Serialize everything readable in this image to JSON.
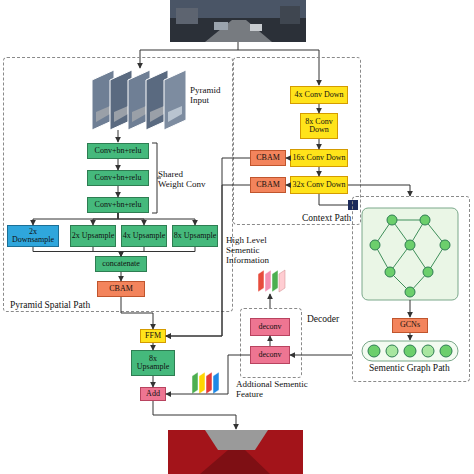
{
  "diagram": {
    "nodes": [
      {
        "text": [
          "Pyramid Spatial Path"
        ]
      },
      {
        "text": [
          "Conv+bn+relu"
        ],
        "in": 0
      },
      {
        "text": [
          "Conv+bn+relu"
        ],
        "in": 0
      },
      {
        "text": [
          "Conv+bn+relu"
        ],
        "in": 0
      },
      {
        "text": [
          "2x Downsample"
        ],
        "in": 0
      },
      {
        "text": [
          "2x Upsample"
        ],
        "in": 0
      },
      {
        "text": [
          "4x Upsample"
        ],
        "in": 0
      },
      {
        "text": [
          "8x Upsample"
        ],
        "in": 0
      },
      {
        "text": [
          "concatenate"
        ],
        "in": 0
      },
      {
        "text": [
          "CBAM"
        ],
        "in": 0
      },
      {
        "text": [
          "Context Path"
        ]
      },
      {
        "text": [
          "4x Conv Down"
        ],
        "in": 10
      },
      {
        "text": [
          "8x Conv Down"
        ],
        "in": 10
      },
      {
        "text": [
          "CBAM"
        ],
        "in": 10
      },
      {
        "text": [
          "16x Conv Down"
        ],
        "in": 10
      },
      {
        "text": [
          "CBAM"
        ],
        "in": 10
      },
      {
        "text": [
          "32x Conv Down"
        ],
        "in": 10
      },
      {
        "text": [
          "Sementic Graph Path"
        ]
      },
      {
        "text": [
          "GCNs"
        ],
        "in": 17
      },
      {
        "text": [
          "Decoder"
        ]
      },
      {
        "text": [
          "deconv"
        ],
        "in": 19
      },
      {
        "text": [
          "deconv"
        ],
        "in": 19
      },
      {
        "text": [
          "FFM"
        ]
      },
      {
        "text": [
          "8x Upsample"
        ]
      },
      {
        "text": [
          "Add"
        ]
      }
    ],
    "edges": [
      {
        "from": 1,
        "to": 2,
        "arrow": "to"
      },
      {
        "from": 2,
        "to": 3,
        "arrow": "to"
      },
      {
        "from": 3,
        "to": 4,
        "arrow": "to"
      },
      {
        "from": 3,
        "to": 5,
        "arrow": "to"
      },
      {
        "from": 3,
        "to": 6,
        "arrow": "to"
      },
      {
        "from": 3,
        "to": 7,
        "arrow": "to"
      },
      {
        "from": 4,
        "to": 8,
        "arrow": "to"
      },
      {
        "from": 5,
        "to": 8,
        "arrow": "to"
      },
      {
        "from": 6,
        "to": 8,
        "arrow": "to"
      },
      {
        "from": 7,
        "to": 8,
        "arrow": "to"
      },
      {
        "from": 8,
        "to": 9,
        "arrow": "to"
      },
      {
        "from": 9,
        "to": 22,
        "arrow": "to"
      },
      {
        "from": 11,
        "to": 12,
        "arrow": "to"
      },
      {
        "from": 12,
        "to": 14,
        "arrow": "to"
      },
      {
        "from": 14,
        "to": 16,
        "arrow": "to"
      },
      {
        "from": 14,
        "to": 13,
        "arrow": "to"
      },
      {
        "from": 16,
        "to": 15,
        "arrow": "to"
      },
      {
        "from": 13,
        "to": 22,
        "arrow": "to"
      },
      {
        "from": 15,
        "to": 22,
        "arrow": "to"
      },
      {
        "from": 16,
        "to": 17,
        "arrow": "to"
      },
      {
        "from": 17,
        "to": 21,
        "arrow": "to"
      },
      {
        "from": 21,
        "to": 20,
        "arrow": "to"
      },
      {
        "from": 21,
        "to": 24,
        "arrow": "to"
      },
      {
        "from": 22,
        "to": 23,
        "arrow": "to"
      },
      {
        "from": 23,
        "to": 24,
        "arrow": "to"
      }
    ],
    "labels": [
      "Pyramid Input",
      "Shared Weight Conv",
      "High Level Sementic Information",
      "Addtional Sementic Feature"
    ]
  }
}
